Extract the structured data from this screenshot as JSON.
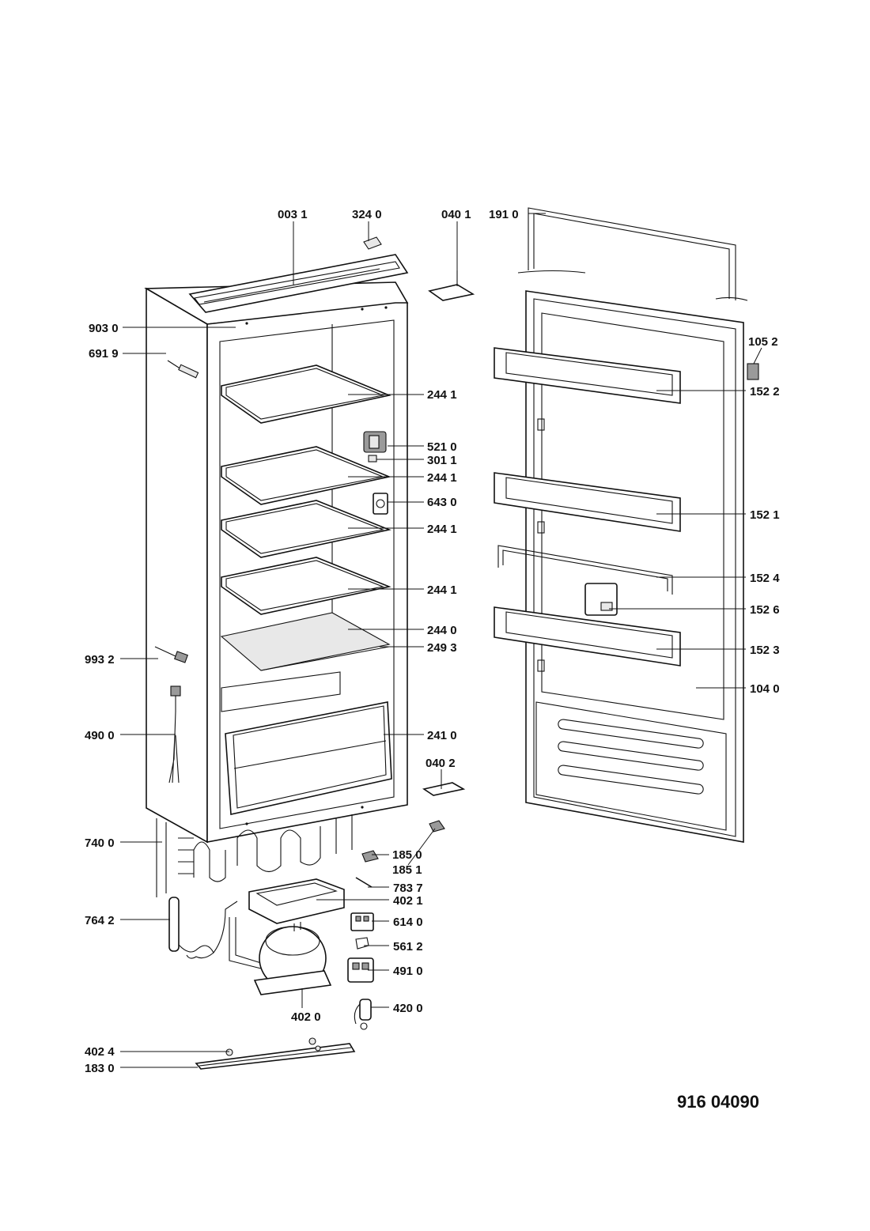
{
  "diagram": {
    "model_number": "916 04090",
    "labels": {
      "p0031": "003 1",
      "p3240": "324 0",
      "p0401": "040 1",
      "p1910": "191 0",
      "p9030": "903 0",
      "p6919": "691 9",
      "p1052": "105 2",
      "p2441a": "244 1",
      "p1522": "152 2",
      "p5210": "521 0",
      "p3011": "301 1",
      "p2441b": "244 1",
      "p6430": "643 0",
      "p1521": "152 1",
      "p2441c": "244 1",
      "p1524": "152 4",
      "p2441d": "244 1",
      "p1526": "152 6",
      "p2440": "244 0",
      "p9932": "993 2",
      "p2493": "249 3",
      "p1523": "152 3",
      "p1040": "104 0",
      "p4900": "490 0",
      "p2410": "241 0",
      "p0402": "040 2",
      "p7400": "740 0",
      "p1850": "185 0",
      "p1851": "185 1",
      "p7837": "783 7",
      "p4021": "402 1",
      "p7642": "764 2",
      "p6140": "614 0",
      "p5612": "561 2",
      "p4910": "491 0",
      "p4200": "420 0",
      "p4020": "402 0",
      "p4024": "402 4",
      "p1830": "183 0"
    }
  }
}
